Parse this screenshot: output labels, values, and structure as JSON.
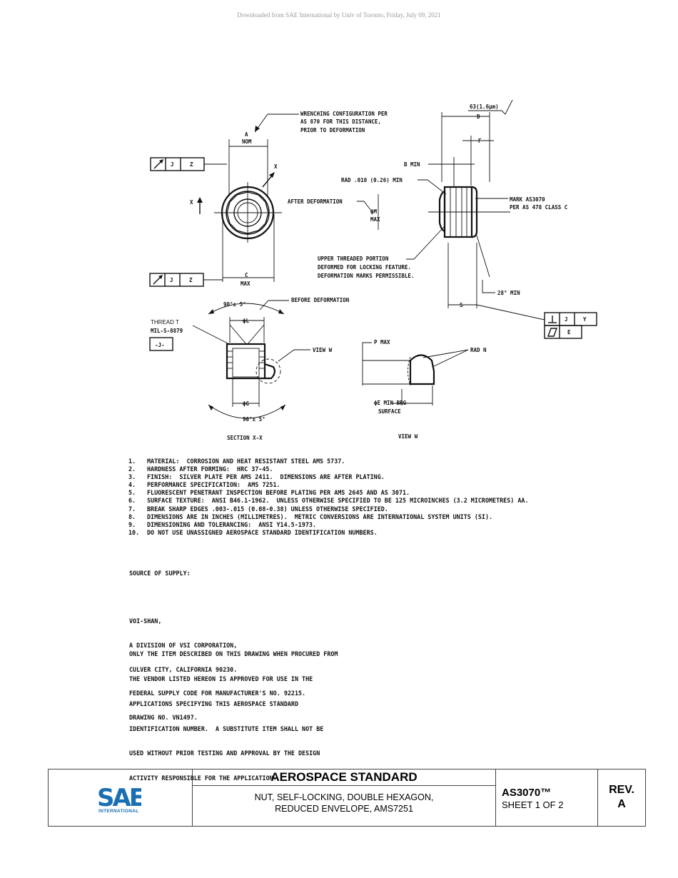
{
  "download_note": "Downloaded from SAE International by Univ of Toronto, Friday, July 09, 2021",
  "drawing": {
    "wrench_note_1": "WRENCHING CONFIGURATION PER",
    "wrench_note_2": "AS 870 FOR THIS DISTANCE,",
    "wrench_note_3": "PRIOR TO DEFORMATION",
    "a_label": "A",
    "nom_label": "NOM",
    "fcf_datum_j": "J",
    "fcf_datum_z": "Z",
    "x_label": "X",
    "c_label": "C",
    "max_label": "MAX",
    "surface_finish": "63(1.6µm)",
    "d_label": "D",
    "f_label": "F",
    "b_min": "B MIN",
    "rad_min": "RAD .010 (0.26) MIN",
    "after_deformation": "AFTER DEFORMATION",
    "phi_m": "ϕM",
    "max_m": "MAX",
    "mark_1": "MARK AS3070",
    "mark_2": "PER AS 478 CLASS C",
    "upper_1": "UPPER THREADED PORTION",
    "upper_2": "DEFORMED FOR LOCKING FEATURE.",
    "upper_3": "DEFORMATION MARKS PERMISSIBLE.",
    "angle_min": "28° MIN",
    "s_label": "S",
    "fcf_perp_j": "J",
    "fcf_perp_y": "Y",
    "fcf_flat_e": "E",
    "angle_top": "90°± 5°",
    "before_deformation": "BEFORE DEFORMATION",
    "phi_l": "ϕL",
    "thread_1": "THREAD T",
    "thread_2": "MIL-S-8879",
    "datum_j": "-J-",
    "view_w_callout": "VIEW W",
    "phi_g": "ϕG",
    "angle_bottom": "90°± 5°",
    "section_label": "SECTION X-X",
    "p_max": "P MAX",
    "rad_n": "RAD N",
    "phi_e_1": "ϕE MIN BRG",
    "phi_e_2": "SURFACE",
    "view_w_label": "VIEW W"
  },
  "notes": [
    {
      "num": "1.",
      "text": "MATERIAL:  CORROSION AND HEAT RESISTANT STEEL AMS 5737."
    },
    {
      "num": "2.",
      "text": "HARDNESS AFTER FORMING:  HRC 37-45."
    },
    {
      "num": "3.",
      "text": "FINISH:  SILVER PLATE PER AMS 2411.  DIMENSIONS ARE AFTER PLATING."
    },
    {
      "num": "4.",
      "text": "PERFORMANCE SPECIFICATION:  AMS 7251."
    },
    {
      "num": "5.",
      "text": "FLUORESCENT PENETRANT INSPECTION BEFORE PLATING PER AMS 2645 AND AS 3071."
    },
    {
      "num": "6.",
      "text": "SURFACE TEXTURE:  ANSI B46.1-1962.  UNLESS OTHERWISE SPECIFIED TO BE 125 MICROINCHES (3.2 MICROMETRES) AA."
    },
    {
      "num": "7.",
      "text": "BREAK SHARP EDGES .003-.015 (0.08-0.38) UNLESS OTHERWISE SPECIFIED."
    },
    {
      "num": "8.",
      "text": "DIMENSIONS ARE IN INCHES (MILLIMETRES).  METRIC CONVERSIONS ARE INTERNATIONAL SYSTEM UNITS (SI)."
    },
    {
      "num": "9.",
      "text": "DIMENSIONING AND TOLERANCING:  ANSI Y14.5-1973."
    },
    {
      "num": "10.",
      "text": "DO NOT USE UNASSIGNED AEROSPACE STANDARD IDENTIFICATION NUMBERS."
    }
  ],
  "source": {
    "heading": "SOURCE OF SUPPLY:",
    "lines": [
      "VOI-SHAN,",
      "A DIVISION OF VSI CORPORATION,",
      "CULVER CITY, CALIFORNIA 90230.",
      "FEDERAL SUPPLY CODE FOR MANUFACTURER'S NO. 92215.",
      "DRAWING NO. VN1497."
    ]
  },
  "approval_lines": [
    "ONLY THE ITEM DESCRIBED ON THIS DRAWING WHEN PROCURED FROM",
    "THE VENDOR LISTED HEREON IS APPROVED FOR USE IN THE",
    "APPLICATIONS SPECIFYING THIS AEROSPACE STANDARD",
    "IDENTIFICATION NUMBER.  A SUBSTITUTE ITEM SHALL NOT BE",
    "USED WITHOUT PRIOR TESTING AND APPROVAL BY THE DESIGN",
    "ACTIVITY RESPONSIBLE FOR THE APPLICATION."
  ],
  "title_block": {
    "logo_text": "SAE",
    "logo_sub": "INTERNATIONAL",
    "standard_title": "AEROSPACE STANDARD",
    "desc_line_1": "NUT, SELF-LOCKING, DOUBLE HEXAGON,",
    "desc_line_2": "REDUCED ENVELOPE, AMS7251",
    "doc_number": "AS3070™",
    "sheet": "SHEET 1 OF 2",
    "rev_label": "REV.",
    "rev_value": "A"
  },
  "colors": {
    "logo_blue": "#1a6fb3",
    "header_gray": "#9a9a9a"
  }
}
